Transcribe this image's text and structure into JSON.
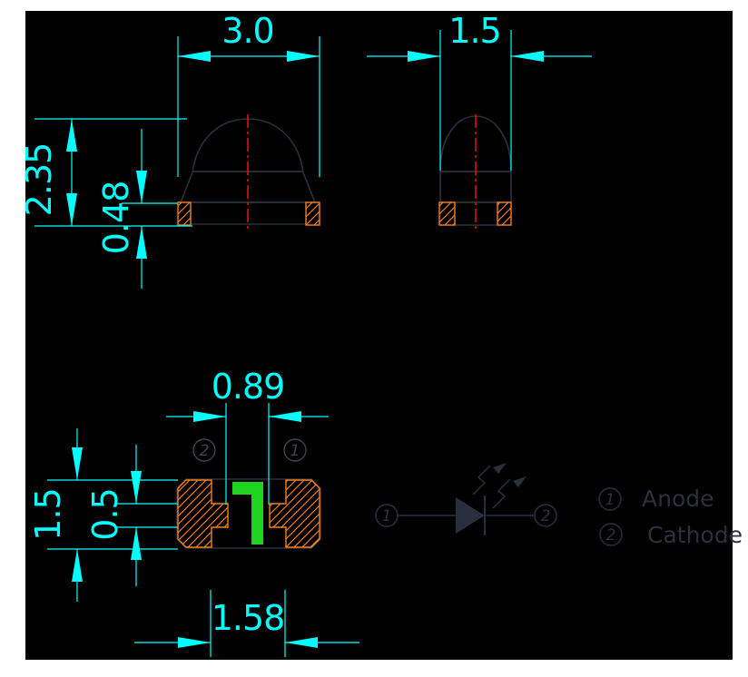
{
  "drawing": {
    "type": "SMD LED package mechanical drawing",
    "front_view": {
      "width_dim": "3.0",
      "total_height_dim": "2.35",
      "pad_height_dim": "0.48"
    },
    "side_view": {
      "width_dim": "1.5"
    },
    "bottom_view": {
      "pad_gap_dim": "0.89",
      "body_height_dim": "1.5",
      "notch_height_dim": "0.5",
      "pad_span_dim": "1.58",
      "pin_left_label": "2",
      "pin_right_label": "1"
    },
    "schematic": {
      "anode_pin": "1",
      "cathode_pin": "2"
    },
    "legend": {
      "anode_num": "1",
      "anode_label": "Anode",
      "cathode_num": "2",
      "cathode_label": "Cathode"
    },
    "colors": {
      "page": "#ffffff",
      "canvas": "#000000",
      "dimension": "#00ffff",
      "centerline": "#ee1111",
      "pad_hatch": "#ef8024",
      "polarity_mark": "#1ed41e",
      "outline": "#2b303b",
      "outline_light": "#3f4652",
      "pin_marker": "#3e444e",
      "schematic": "#28303e"
    }
  }
}
